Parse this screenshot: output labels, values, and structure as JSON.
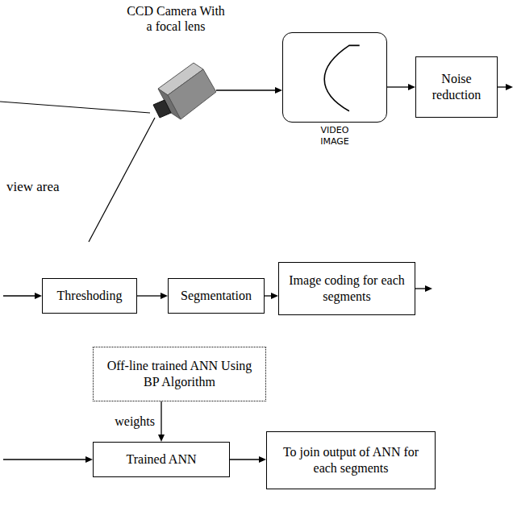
{
  "diagram": {
    "nodes": [
      {
        "text": [
          "CCD Camera With a focal lens"
        ]
      },
      {
        "text": [
          "VIDEO IMAGE"
        ]
      },
      {
        "text": [
          "Noise reduction"
        ]
      },
      {
        "text": [
          "Threshoding"
        ]
      },
      {
        "text": [
          "Segmentation"
        ]
      },
      {
        "text": [
          "Image coding for each segments"
        ]
      },
      {
        "text": [
          "Off-line trained ANN Using BP Algorithm"
        ]
      },
      {
        "text": [
          "Trained ANN"
        ]
      },
      {
        "text": [
          "To join output of ANN for each segments"
        ]
      }
    ],
    "edges": [
      {
        "from": 0,
        "to": 1,
        "arrow": "to"
      },
      {
        "from": 1,
        "to": 2,
        "arrow": "to"
      },
      {
        "from": 2,
        "to": 3,
        "arrow": "to"
      },
      {
        "from": 3,
        "to": 4,
        "arrow": "to"
      },
      {
        "from": 4,
        "to": 5,
        "arrow": "to"
      },
      {
        "from": 5,
        "to": 7,
        "arrow": "to"
      },
      {
        "from": 6,
        "to": 7,
        "label": "weights",
        "arrow": "to"
      },
      {
        "from": 7,
        "to": 8,
        "arrow": "to"
      }
    ],
    "labels": [
      "view area"
    ]
  }
}
